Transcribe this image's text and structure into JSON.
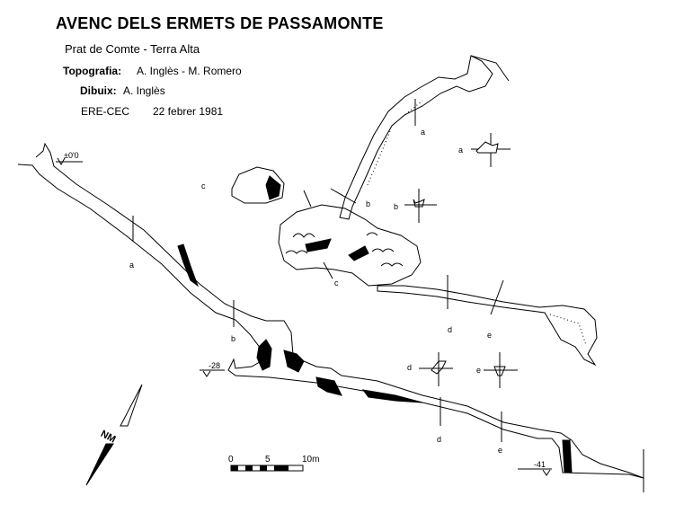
{
  "header": {
    "title": "AVENC DELS ERMETS DE PASSAMONTE",
    "subtitle": "Prat de Comte  -  Terra Alta",
    "topografia_label": "Topografia:",
    "topografia_value": "A. Inglès - M. Romero",
    "dibuix_label": "Dibuix:",
    "dibuix_value": "A. Inglès",
    "organization": "ERE-CEC",
    "date": "22 febrer 1981"
  },
  "elevation_marks": {
    "top": "±0'0",
    "mid": "-28",
    "bottom": "-41"
  },
  "section_labels": {
    "a": "a",
    "b": "b",
    "c": "c",
    "d": "d",
    "e": "e"
  },
  "scale_bar": {
    "tick_0": "0",
    "tick_5": "5",
    "tick_10": "10m"
  },
  "north_arrow": {
    "label": "NM"
  },
  "colors": {
    "ink": "#000000",
    "paper": "#ffffff",
    "fill": "#000000"
  }
}
